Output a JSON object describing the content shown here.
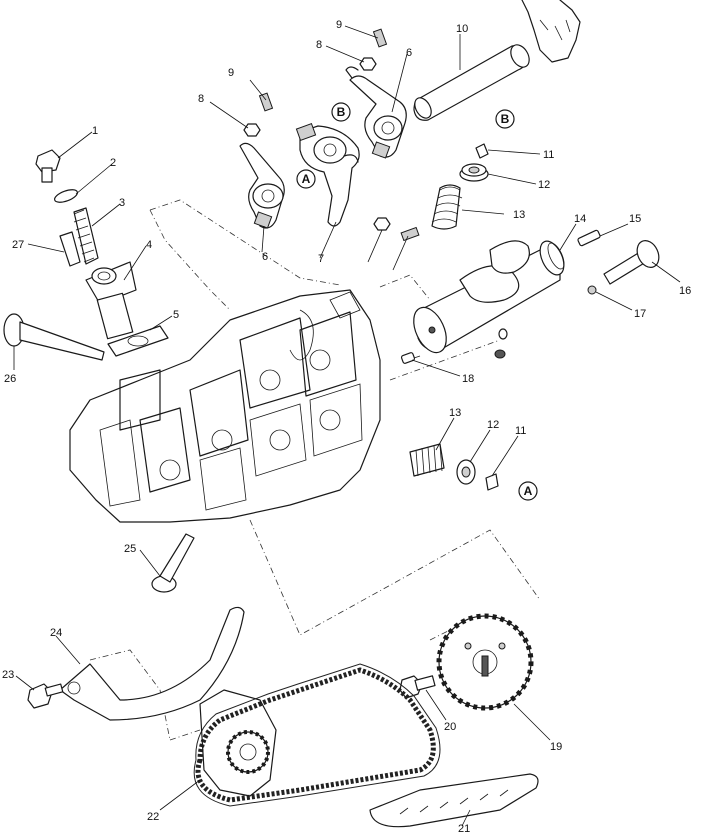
{
  "diagram": {
    "callouts": [
      "1",
      "2",
      "3",
      "4",
      "5",
      "6",
      "6",
      "7",
      "8",
      "8",
      "9",
      "9",
      "10",
      "11",
      "11",
      "12",
      "12",
      "13",
      "13",
      "14",
      "15",
      "16",
      "17",
      "18",
      "19",
      "20",
      "21",
      "22",
      "23",
      "24",
      "25",
      "26",
      "27"
    ],
    "markers": [
      "A",
      "A",
      "B",
      "B"
    ]
  }
}
